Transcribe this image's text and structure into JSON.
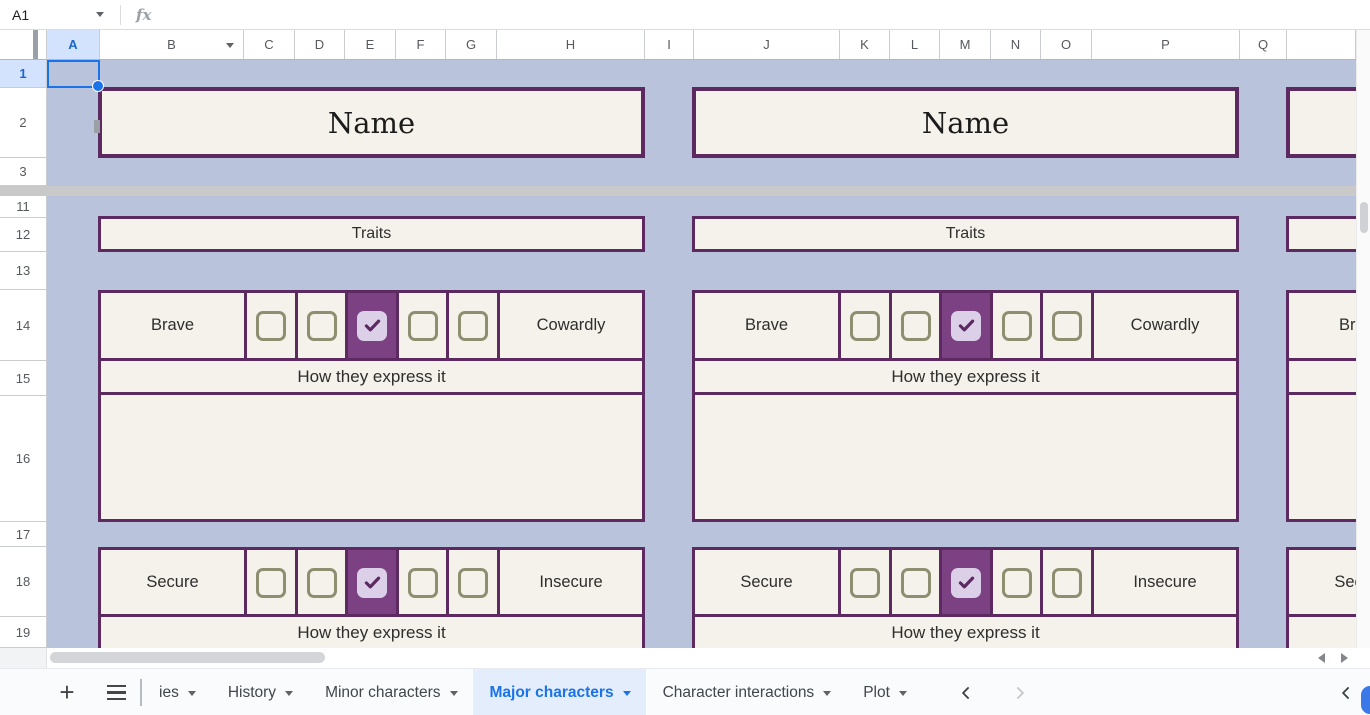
{
  "formula_bar": {
    "cell_ref": "A1",
    "fx_icon": "fx"
  },
  "grid": {
    "column_headers": [
      "A",
      "B",
      "C",
      "D",
      "E",
      "F",
      "G",
      "H",
      "I",
      "J",
      "K",
      "L",
      "M",
      "N",
      "O",
      "P",
      "Q"
    ],
    "selected_column": "A",
    "row_headers": [
      "1",
      "2",
      "3",
      "11",
      "12",
      "13",
      "14",
      "15",
      "16",
      "17",
      "18",
      "19"
    ],
    "selected_row": "1",
    "rows_hidden_between": [
      "3",
      "11"
    ]
  },
  "card": {
    "cards_visible": 3,
    "name_label": "Name",
    "traits_label": "Traits",
    "express_label": "How they express it",
    "trait_rows": [
      {
        "left_label": "Brave",
        "right_label": "Cowardly",
        "boxes": 5,
        "checked_index": 2
      },
      {
        "left_label": "Secure",
        "right_label": "Insecure",
        "boxes": 5,
        "checked_index": 2
      }
    ]
  },
  "tabbar": {
    "add_sheet_label": "+",
    "tabs": [
      {
        "label": "ies",
        "active": false
      },
      {
        "label": "History",
        "active": false
      },
      {
        "label": "Minor characters",
        "active": false
      },
      {
        "label": "Major characters",
        "active": true
      },
      {
        "label": "Character interactions",
        "active": false
      },
      {
        "label": "Plot",
        "active": false
      }
    ]
  },
  "colors": {
    "sheet_background": "#b9c3dc",
    "card_background": "#f4f2ea",
    "border_purple": "#5c2a61",
    "checked_cell_purple": "#7b4183",
    "checkbox_checked_fill": "#dccfe8",
    "checkbox_border_olive": "#8e8e70",
    "selection_blue": "#1a73e8",
    "active_tab_bg": "#e4edfb",
    "selected_header_bg": "#d3e3fd"
  }
}
